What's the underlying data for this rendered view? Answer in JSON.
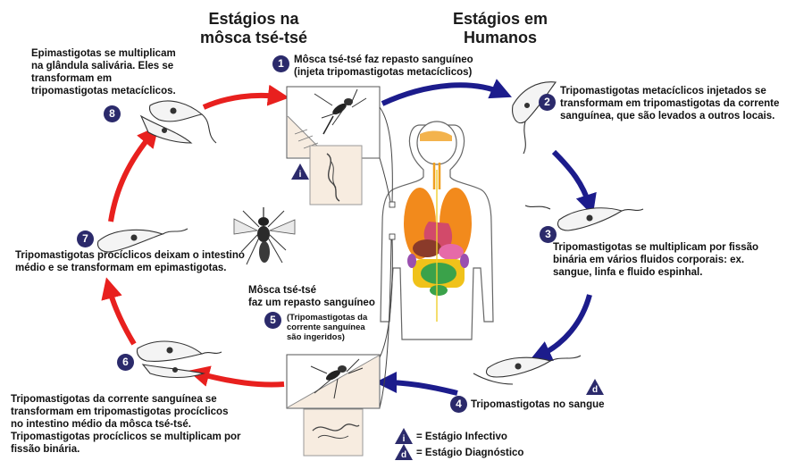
{
  "headings": {
    "fly": "Estágios na\nmôsca tsé-tsé",
    "human": "Estágios em\nHumanos"
  },
  "steps": [
    {
      "number": "1",
      "text": "Môsca tsé-tsé faz repasto sanguíneo\n(injeta tripomastigotas metacíclicos)"
    },
    {
      "number": "2",
      "text": "Tripomastigotas metacíclicos injetados se\ntransformam em tripomastigotas da corrente\nsanguínea, que são levados a outros locais."
    },
    {
      "number": "3",
      "text": "Tripomastigotas se multiplicam por fissão\nbinária em vários fluidos corporais: ex.\nsangue, linfa e fluido espinhal."
    },
    {
      "number": "4",
      "text": "Tripomastigotas no sangue"
    },
    {
      "number": "5",
      "title": "Môsca tsé-tsé\nfaz um repasto sanguíneo",
      "text": "(Tripomastigotas da\ncorrente sanguínea\nsão ingeridos)"
    },
    {
      "number": "6",
      "text": "Tripomastigotas da corrente sanguínea se\ntransformam em tripomastigotas procíclicos\nno intestino médio da môsca tsé-tsé.\nTripomastigotas procíclicos se multiplicam por\nfissão binária."
    },
    {
      "number": "7",
      "text": "Tripomastigotas procíclicos deixam o intestino\nmédio e se transformam em epimastigotas."
    },
    {
      "number": "8",
      "text": "Epimastigotas se multiplicam\nna glândula salivária. Eles se\ntransformam em\ntripomastigotas metacíclicos."
    }
  ],
  "legend": {
    "infective": {
      "letter": "i",
      "label": "= Estágio Infectivo"
    },
    "diagnostic": {
      "letter": "d",
      "label": "= Estágio Diagnóstico"
    }
  },
  "colors": {
    "red_arrow": "#e8201e",
    "blue_arrow": "#1c1c8c",
    "badge": "#2b2a6b",
    "lungs": "#f28a1c",
    "liver": "#8a3a2a",
    "stomach": "#e66aa8",
    "intestine": "#3aa24a",
    "colon": "#f0c21a",
    "kidney": "#9a4fb0",
    "spine": "#f0d030",
    "trachea": "#f0a020",
    "panel_bg": "#f7ece0"
  }
}
